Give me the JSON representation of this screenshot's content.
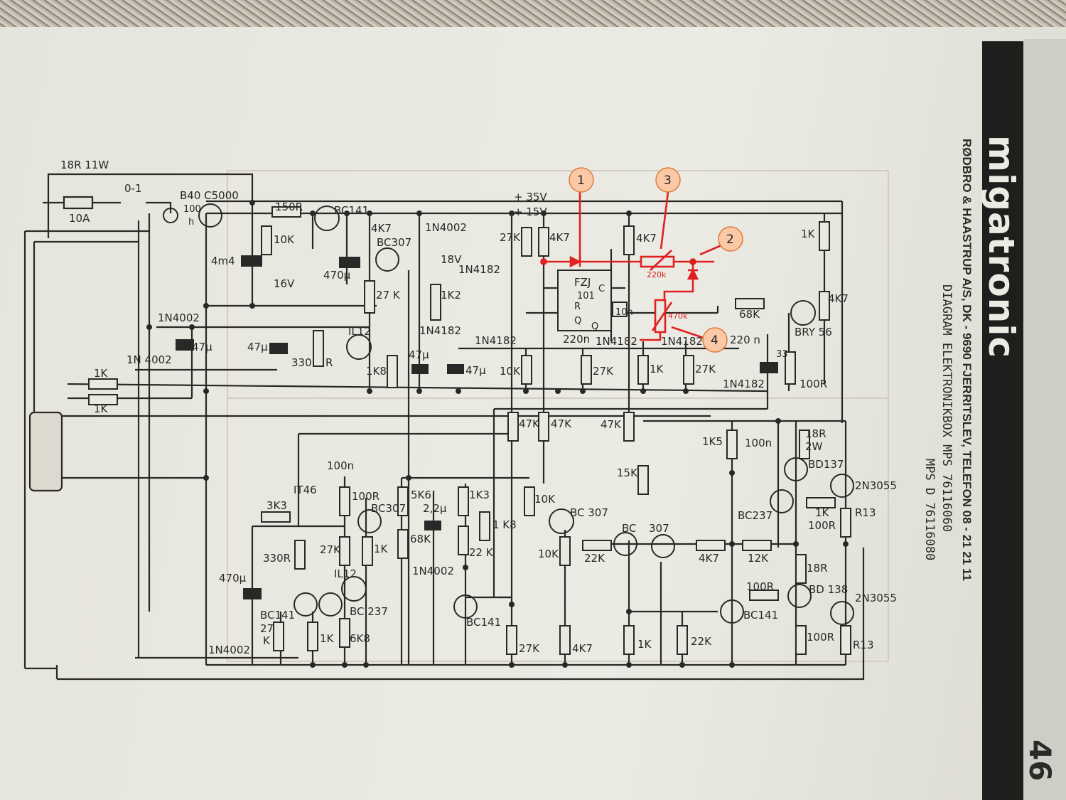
{
  "header": {
    "brand": "migatronic",
    "company": "RØDBRO & HAASTRUP A/S, DK - 9690 FJERRITSLEV, TELEFON 08 - 21 21 11",
    "diagram_title": "DIAGRAM ELEKTRONIKBOX MPS  76116060",
    "diagram_subtitle": "MPS D 76116080",
    "page_number": "46"
  },
  "colors": {
    "ink": "#2a2826",
    "annotation": "#e02020",
    "callout_fill": "#fbc9a6",
    "paper": "#e9e8e1",
    "band": "#1e1e1c"
  },
  "callouts": [
    {
      "number": "1"
    },
    {
      "number": "2"
    },
    {
      "number": "3"
    },
    {
      "number": "4"
    }
  ],
  "annotation_values": {
    "pot_upper": "220k",
    "pot_lower": "470k"
  },
  "labels": {
    "r18r11w": "18R 11W",
    "sw01": "0-1",
    "fuse10a": "10A",
    "bridge": "B40 C5000",
    "lamp": "100",
    "lamp_unit": "h",
    "r150r": "150R",
    "bc141_top": "BC141",
    "r10k_top": "10K",
    "c4m4": "4m4",
    "z16v": "16V",
    "c470u_top": "470µ",
    "v35": "+ 35V",
    "v15": "+ 15V",
    "r4k7_a": "4K7",
    "bc307_a": "BC307",
    "d1n4002_top": "1N4002",
    "z18v": "18V",
    "d1n4182_a": "1N4182",
    "r27k_a": "27 K",
    "r1k2": "1K2",
    "d1n4182_b": "1N4182",
    "d1n4182_c": "1N4182",
    "r27k_b": "27K",
    "r4k7_b": "4K7",
    "fzj": "FZJ",
    "fzj_num": "101",
    "r_pin": "R",
    "q_pin": "Q",
    "q2_pin": "Q",
    "c_pin": "C",
    "c220n_a": "220n",
    "d1n4182_d": "1N4182",
    "d1n4182_e": "1N4182",
    "c10n": "10n",
    "r4k7_c": "4K7",
    "r1k_right": "1K",
    "r4k7_right": "4K7",
    "r68k": "68K",
    "bry56": "BRY 56",
    "c220n_b": "220 n",
    "d1n4182_f": "1N4182",
    "r100r_a": "100R",
    "c33": "33",
    "r27k_c": "27K",
    "r1k_c": "1K",
    "r27k_d": "27K",
    "r10k_b": "10K",
    "d1n4002_a": "1N4002",
    "d1n4002_b": "1N 4002",
    "c47u_a": "47µ",
    "c47u_b": "47µ",
    "r330r_top": "330",
    "r330r_top_unit": "R",
    "il12_a": "IL12",
    "r1k8": "1K8",
    "c47u_c": "47µ",
    "c47u_d": "47µ",
    "r1k_a": "1K",
    "r1k_b": "1K",
    "r47k_a": "47K",
    "r47k_b": "47K",
    "r47k_c": "47K",
    "r1k5": "1K5",
    "c100n_a": "100n",
    "r18r2w": "18R",
    "r18r2w_b": "2W",
    "bd137": "BD137",
    "n3055_a": "2N3055",
    "r15k": "15K",
    "bc237_right": "BC237",
    "r1k_d": "1K",
    "r100r_b": "100R",
    "r13_a": "R13",
    "c100n_b": "100n",
    "it46": "IT46",
    "r3k3": "3K3",
    "r100r_c": "100R",
    "bc307_b": "BC307",
    "r5k6": "5K6",
    "c2u2": "2,2µ",
    "r1k3": "1K3",
    "r1k8_b": "1 K8",
    "r10k_c": "10K",
    "bc307_c": "BC 307",
    "r68k_b": "68K",
    "r22k_a": "22 K",
    "d1n4002_c": "1N4002",
    "r330r": "330R",
    "c470u_b": "470µ",
    "r27k_e": "27K",
    "il12_b": "IL12",
    "r1k_e": "1K",
    "r10k_d": "10K",
    "r22k_b": "22K",
    "bc_a": "BC",
    "bc_b": "307",
    "r4k7_d": "4K7",
    "r12k": "12K",
    "r18r_b": "18R",
    "r100r_d": "100R",
    "bd138": "BD 138",
    "n3055_b": "2N3055",
    "bc141_b": "BC141",
    "bc141_c": "BC141",
    "r27k_f": "27",
    "r27k_f2": "K",
    "bc237_b": "BC 237",
    "r1k_f": "1K",
    "r6k8": "6K8",
    "d1n4002_d": "1N4002",
    "r27k_g": "27K",
    "r4k7_e": "4K7",
    "r1k_g": "1K",
    "r22k_c": "22K",
    "r100r_e": "100R",
    "r13_b": "R13",
    "bc141_d": "BC141"
  }
}
